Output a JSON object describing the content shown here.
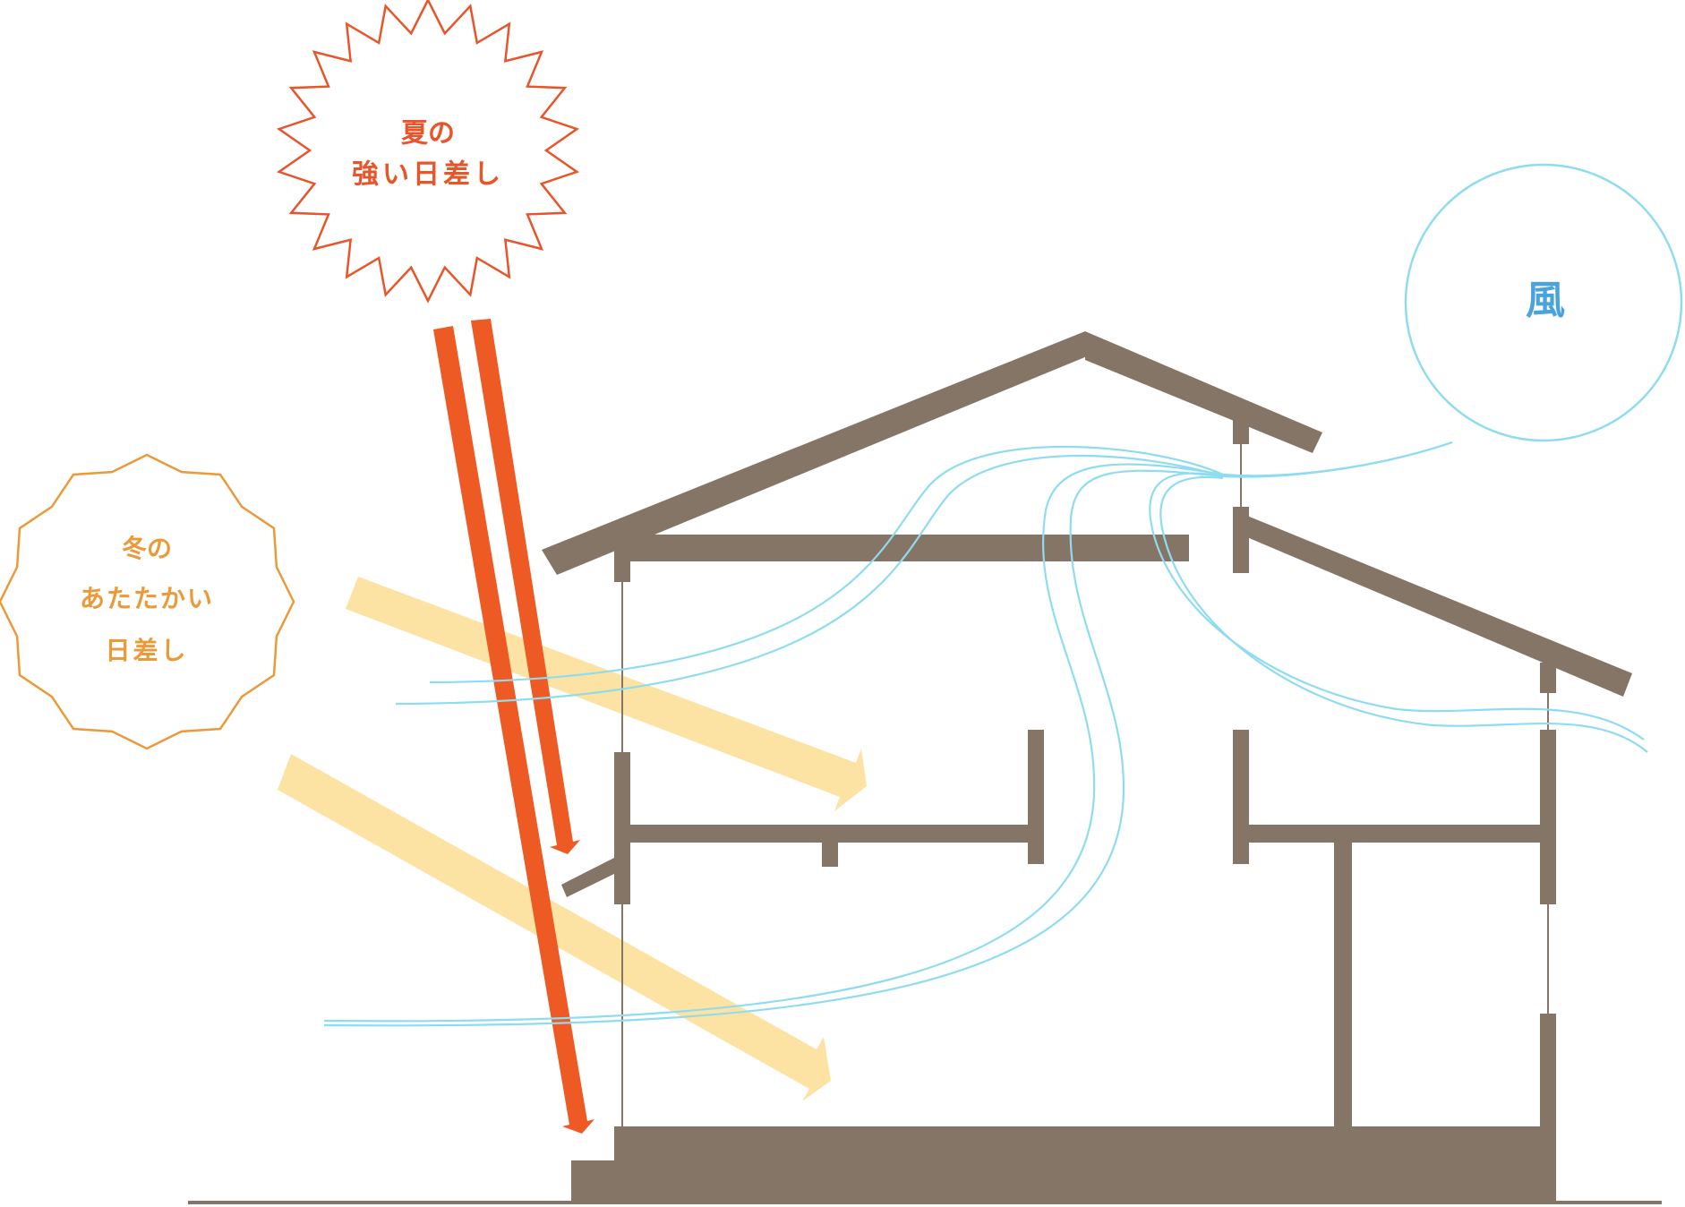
{
  "summer_sun": {
    "line1": "夏の",
    "line2": "強い日差し",
    "color": "#e8552a"
  },
  "winter_sun": {
    "line1": "冬の",
    "line2": "あたたかい",
    "line3": "日差し",
    "color": "#eb9a3a"
  },
  "wind": {
    "label": "風",
    "label_color": "#4aa3dc",
    "stroke_color": "#8fdcf0"
  },
  "colors": {
    "house": "#857566",
    "summer_ray": "#ee5a24",
    "winter_ray": "#fde3a3"
  }
}
